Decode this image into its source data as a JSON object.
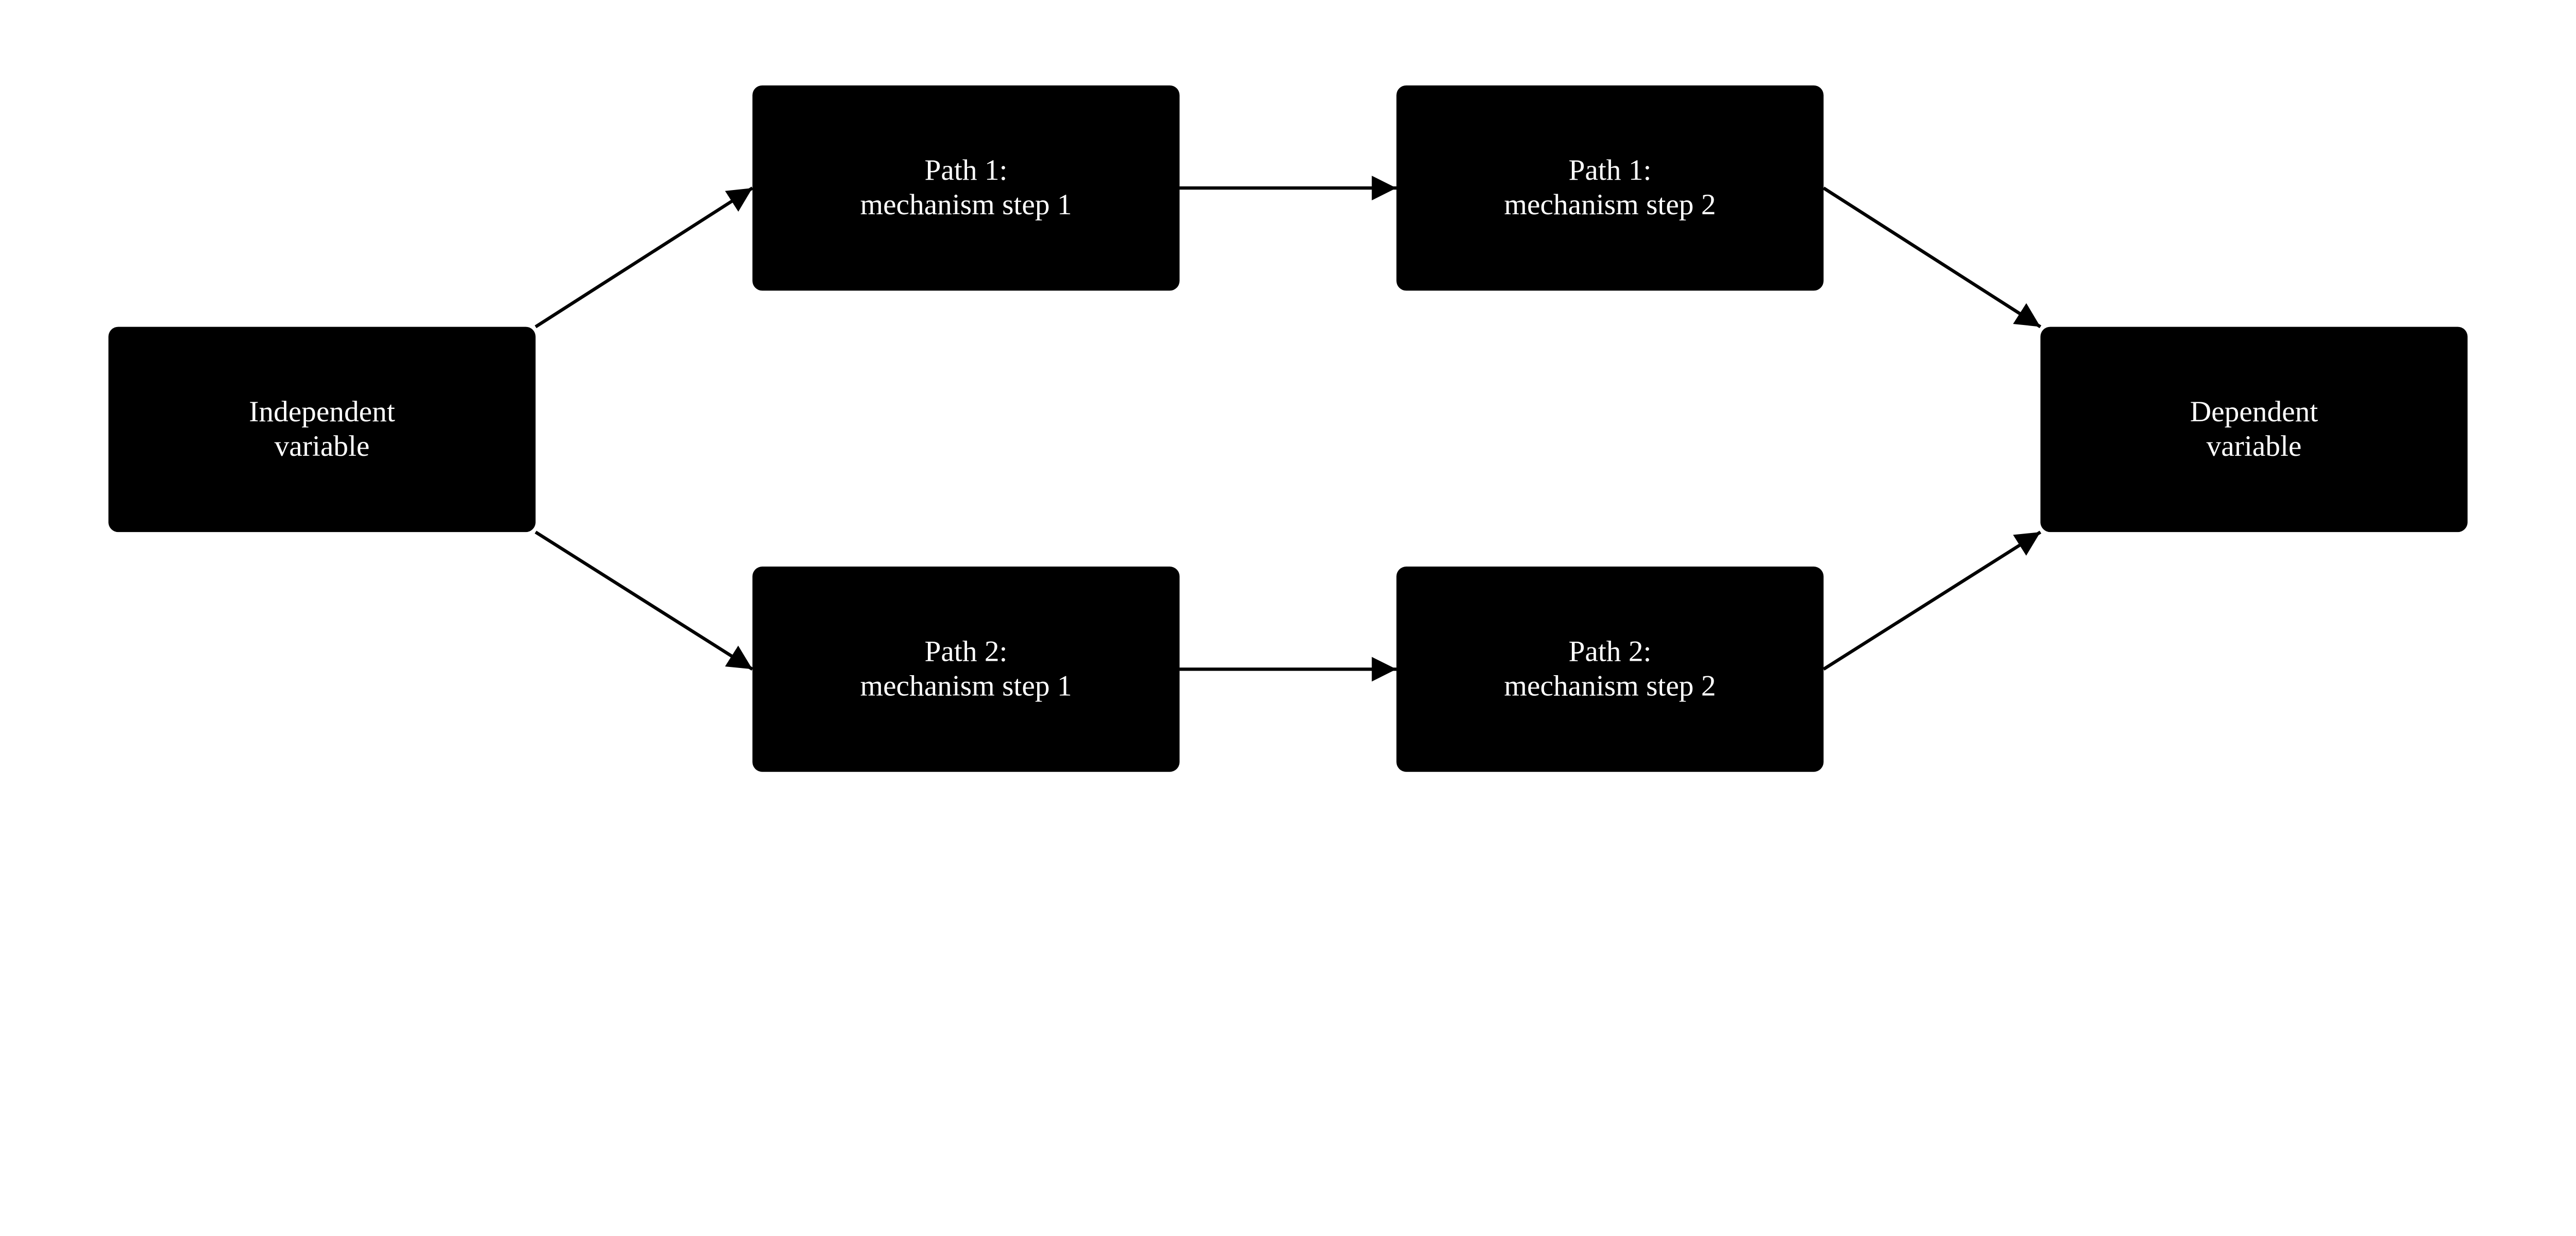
{
  "diagram": {
    "colors": {
      "node_fill": "#000000",
      "node_text": "#ffffff",
      "edge": "#000000",
      "background": "#ffffff"
    },
    "nodes": [
      {
        "id": "iv",
        "lines": [
          "Independent",
          "variable"
        ]
      },
      {
        "id": "p1s1",
        "lines": [
          "Path 1:",
          "mechanism step 1"
        ]
      },
      {
        "id": "p1s2",
        "lines": [
          "Path 1:",
          "mechanism step 2"
        ]
      },
      {
        "id": "dv",
        "lines": [
          "Dependent",
          "variable"
        ]
      },
      {
        "id": "p2s1",
        "lines": [
          "Path 2:",
          "mechanism step 1"
        ]
      },
      {
        "id": "p2s2",
        "lines": [
          "Path 2:",
          "mechanism step 2"
        ]
      }
    ],
    "edges": [
      {
        "from": "iv",
        "to": "p1s1"
      },
      {
        "from": "p1s1",
        "to": "p1s2"
      },
      {
        "from": "p1s2",
        "to": "dv"
      },
      {
        "from": "iv",
        "to": "p2s1"
      },
      {
        "from": "p2s1",
        "to": "p2s2"
      },
      {
        "from": "p2s2",
        "to": "dv"
      }
    ]
  }
}
